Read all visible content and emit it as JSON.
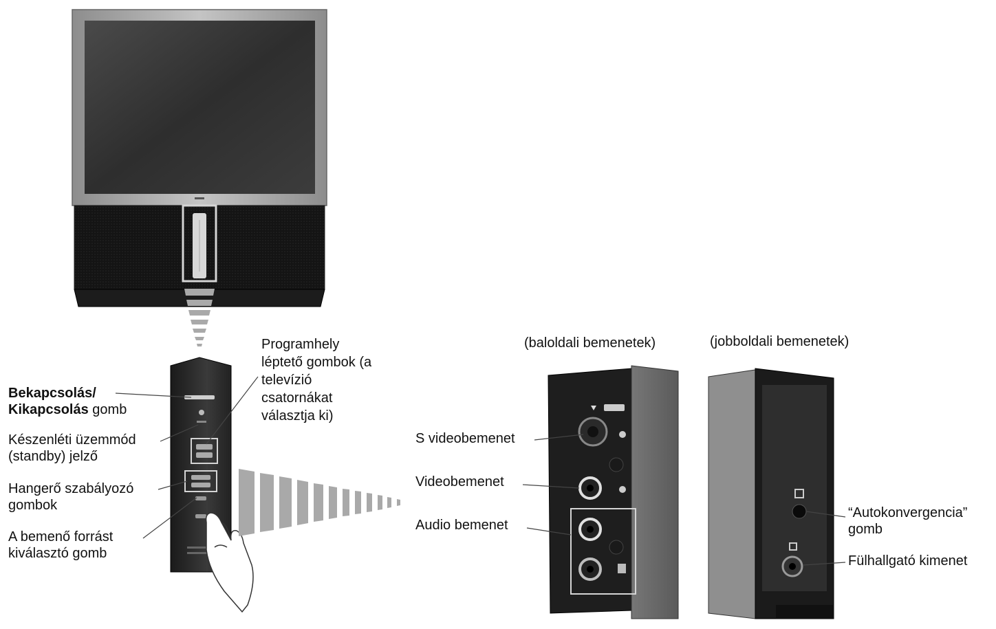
{
  "labels": {
    "power_bold_1": "Bekapcsolás/",
    "power_bold_2": "Kikapcsolás",
    "power_rest": " gomb",
    "standby_1": "Készenléti üzemmód",
    "standby_2": "(standby) jelző",
    "volume_1": "Hangerő szabályozó",
    "volume_2": "gombok",
    "source_1": "A bemenő forrást",
    "source_2": "kiválasztó gomb",
    "program_1": "Programhely",
    "program_2": "léptető gombok (a",
    "program_3": "televízió",
    "program_4": "csatornákat",
    "program_5": "választja ki)",
    "left_inputs": "(baloldali bemenetek)",
    "right_inputs": "(jobboldali bemenetek)",
    "s_video": "S videobemenet",
    "video": "Videobemenet",
    "audio": "Audio bemenet",
    "autoconv_1": "“Autokonvergencia”",
    "autoconv_2": "gomb",
    "headphone": "Fülhallgató kimenet"
  },
  "colors": {
    "bezel": "#a8a8a8",
    "screen": "#3a3a3a",
    "speaker": "#151515",
    "panel": "#2a2a2a",
    "frame": "#cfcfcf"
  }
}
